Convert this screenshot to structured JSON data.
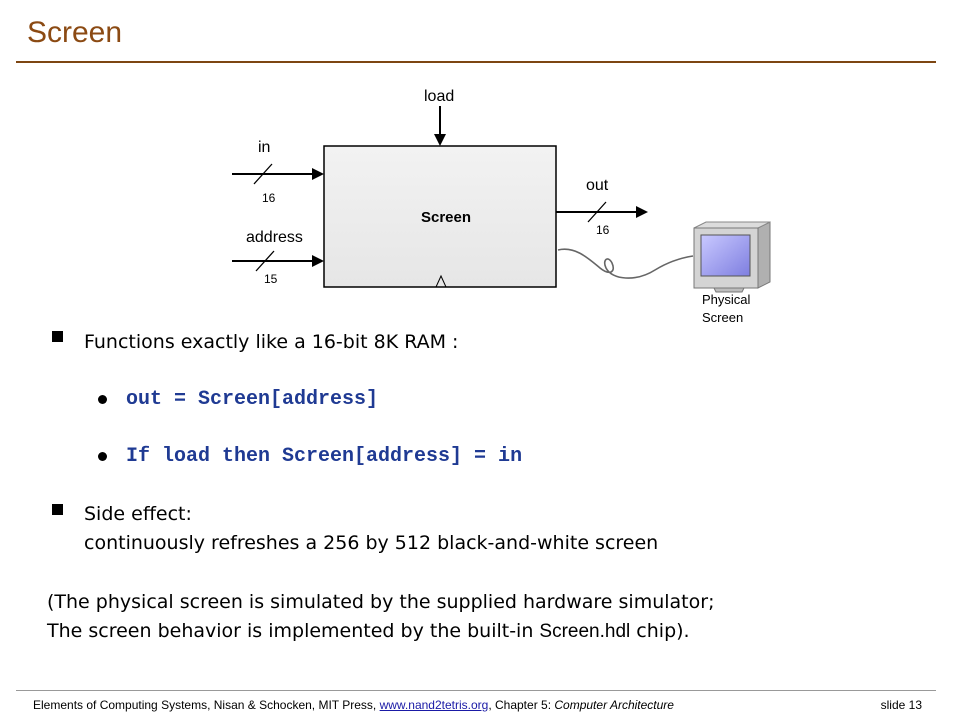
{
  "slide": {
    "title": "Screen"
  },
  "diagram": {
    "chip_label": "Screen",
    "load_label": "load",
    "in_label": "in",
    "in_width": "16",
    "address_label": "address",
    "address_width": "15",
    "out_label": "out",
    "out_width": "16",
    "physical_label_1": "Physical",
    "physical_label_2": "Screen"
  },
  "bullets": {
    "b1_text": "Functions exactly like a 16-bit 8K RAM :",
    "b1_sub1": "out = Screen[address]",
    "b1_sub2": "If load then Screen[address] = in",
    "b2_line1": "Side effect:",
    "b2_line2": "continuously refreshes a 256 by 512 black-and-white screen"
  },
  "note": {
    "line1": "(The physical screen is simulated by the supplied hardware simulator;",
    "line2_pre": "The screen behavior is implemented by the built-in ",
    "line2_chip": "Screen.hdl",
    "line2_post": " chip)."
  },
  "footer": {
    "prefix": "Elements of Computing Systems, Nisan & Schocken, MIT Press,",
    "link": "www.nand2tetris.org",
    "separator": ", Chapter 5:",
    "chapter": "Computer Architecture",
    "slide_number": "slide 13"
  },
  "colors": {
    "title": "#8b4a13",
    "code": "#1f3a93",
    "link": "#1a1aa6"
  }
}
